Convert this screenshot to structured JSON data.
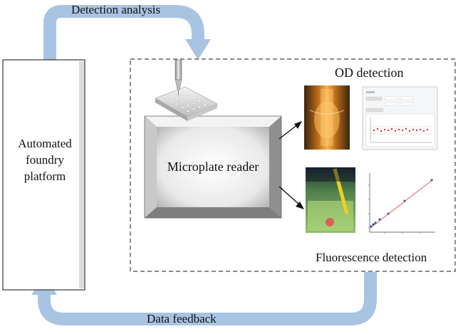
{
  "labels": {
    "detection_analysis": "Detection analysis",
    "data_feedback": "Data feedback",
    "od_detection": "OD detection",
    "fluorescence_detection": "Fluorescence detection",
    "microplate_reader": "Microplate reader",
    "platform_line1": "Automated",
    "platform_line2": "foundry",
    "platform_line3": "platform"
  },
  "colors": {
    "arrow": "#a9c4e2",
    "dashed_border": "#444444",
    "reader_face": "#e6e6e6"
  },
  "icons": [
    "pipette-icon",
    "microplate-icon",
    "od-tube-photo",
    "od-software-screenshot",
    "fluorescence-tube-photo",
    "fluorescence-curve-plot"
  ]
}
